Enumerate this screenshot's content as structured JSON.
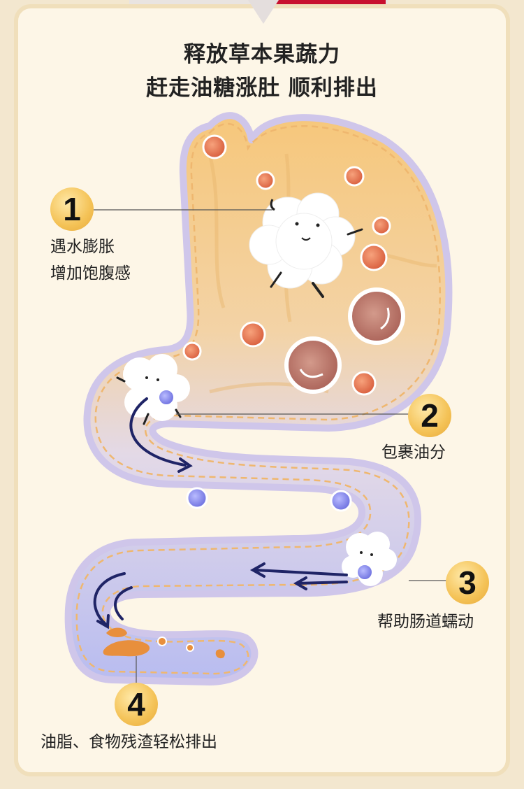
{
  "heading": {
    "line1": "释放草本果蔬力",
    "line2": "赶走油糖涨肚 顺利排出"
  },
  "steps": [
    {
      "number": "1",
      "line1": "遇水膨胀",
      "line2": "增加饱腹感"
    },
    {
      "number": "2",
      "line1": "包裹油分"
    },
    {
      "number": "3",
      "line1": "帮助肠道蠕动"
    },
    {
      "number": "4",
      "line1": "油脂、食物残渣轻松排出"
    }
  ],
  "colors": {
    "stomach_top": "#f6cd86",
    "intestine_bottom": "#b9bdf0",
    "outline": "#c7bfe4",
    "dash": "#f0b470",
    "bubble": "#e27a57",
    "fiber_bubble": "#8a8ee8",
    "arrow": "#1f2466",
    "waste": "#e88f3c"
  }
}
